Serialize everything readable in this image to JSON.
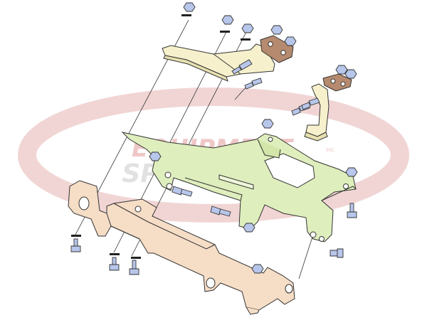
{
  "watermark": {
    "line1": "EQUIPMENT",
    "line2": "SPECIALISTS",
    "trademark": "INC"
  },
  "colors": {
    "background": "#ffffff",
    "watermark_red": "#e8a0a0",
    "watermark_gray": "#cfcfcf",
    "subframe_green": "#dfeebd",
    "upper_bracket_yellow": "#f6f1cc",
    "crossbar_tan": "#f6ddc6",
    "plate_brown": "#b58a6e",
    "hardware_blue": "#b7c6ea",
    "washer_black": "#222222",
    "outline": "#333333"
  },
  "icons": {
    "bolt": "hex-bolt-icon",
    "nut": "hex-nut-icon",
    "washer": "lock-washer-icon"
  }
}
